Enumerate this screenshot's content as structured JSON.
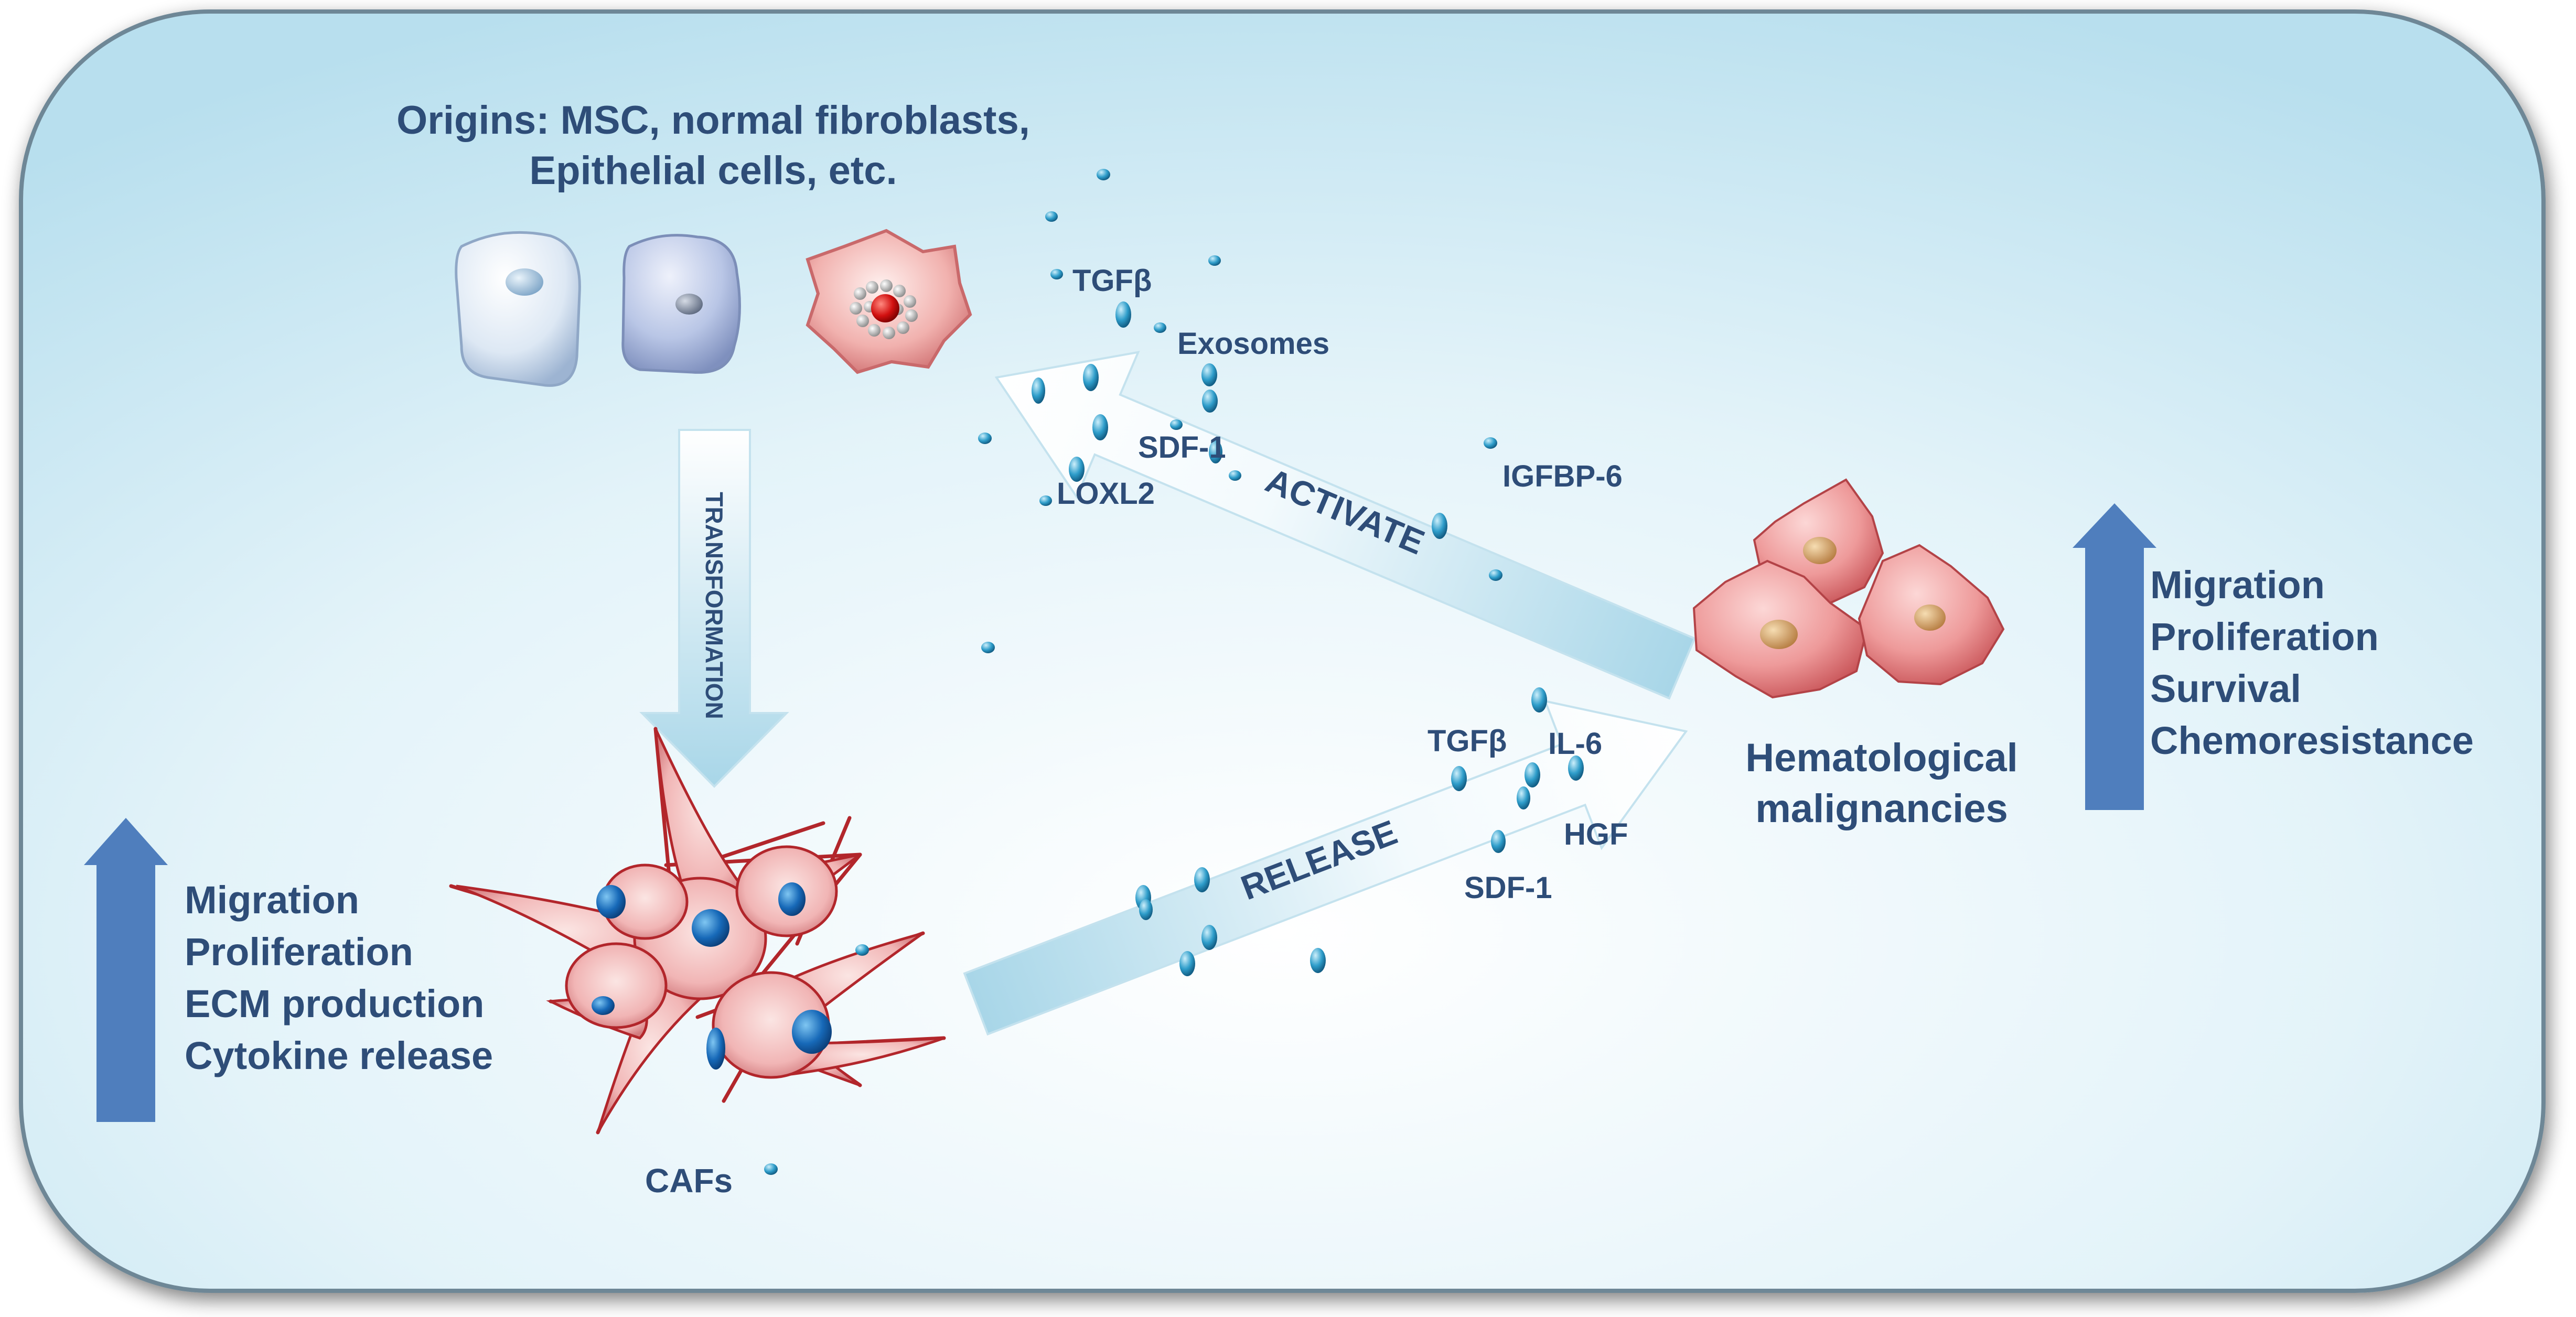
{
  "origins": {
    "title_line1": "Origins: MSC, normal fibroblasts,",
    "title_line2": "Epithelial cells, etc."
  },
  "arrows": {
    "transformation": "TRANSFORMATION",
    "activate": "ACTIVATE",
    "release": "RELEASE"
  },
  "activate_factors": [
    "TGFβ",
    "Exosomes",
    "SDF-1",
    "LOXL2",
    "IGFBP-6"
  ],
  "release_factors": [
    "TGFβ",
    "IL-6",
    "HGF",
    "SDF-1"
  ],
  "cafs": {
    "label": "CAFs",
    "effects": [
      "Migration",
      "Proliferation",
      "ECM production",
      "Cytokine release"
    ]
  },
  "malignancy": {
    "label_line1": "Hematological",
    "label_line2": "malignancies",
    "effects": [
      "Migration",
      "Proliferation",
      "Survival",
      "Chemoresistance"
    ]
  },
  "colors": {
    "text": "#2E4D78",
    "panel_light": "#FFFFFF",
    "panel_dark": "#B5DEEE",
    "up_arrow": "#4F7EBD",
    "tumor_cell": "#E0787C",
    "caf_body": "#F2B9B9",
    "caf_nucleus": "#1769B8",
    "factor": "#1E87B5"
  }
}
